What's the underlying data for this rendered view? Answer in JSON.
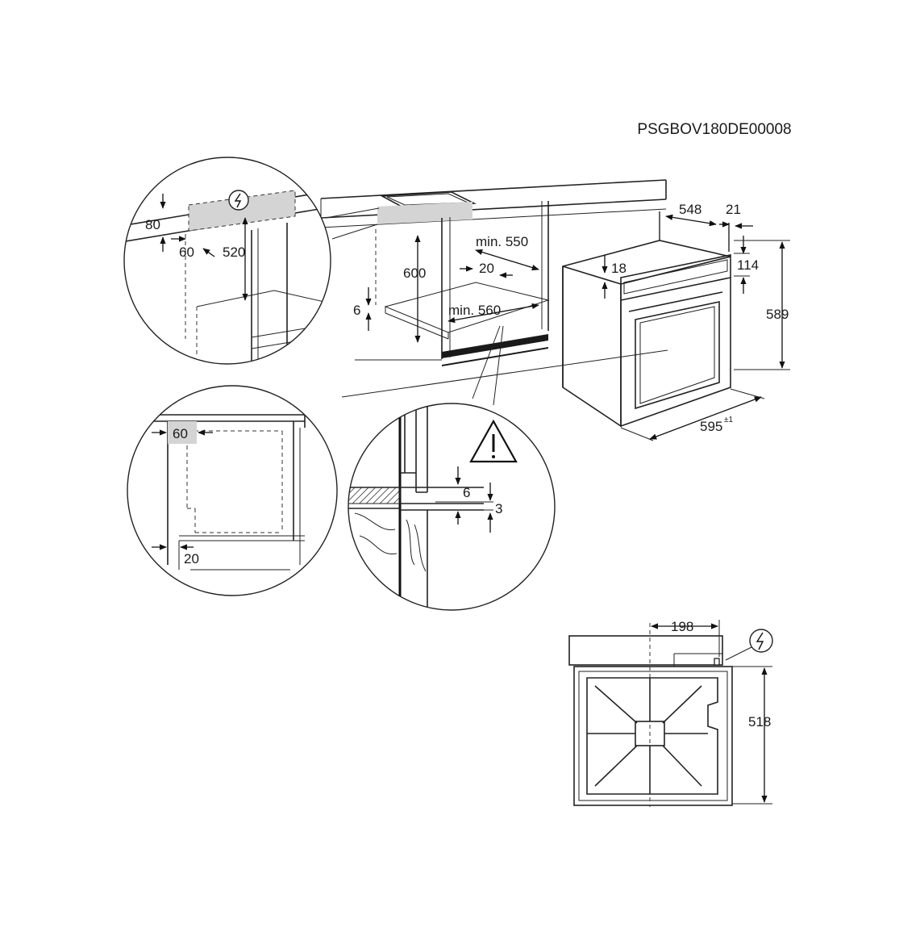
{
  "document_code": "PSGBOV180DE00008",
  "dimensions": {
    "detail_top_left": {
      "height_above": "80",
      "gap": "60",
      "height": "520"
    },
    "cabinet": {
      "height": "600",
      "depth": "min. 550",
      "gap": "20",
      "width": "min. 560",
      "bottom_gap": "6"
    },
    "oven": {
      "depth": "548",
      "front": "21",
      "panel": "18",
      "panel_height": "114",
      "height": "589",
      "width": "595",
      "width_tolerance": "±1"
    },
    "detail_left": {
      "gap_top": "60",
      "gap_bottom": "20"
    },
    "detail_bottom": {
      "step": "6",
      "gap": "3"
    },
    "back_view": {
      "offset": "198",
      "height": "518"
    }
  },
  "icons": [
    "electrical-connection-icon",
    "warning-triangle-icon"
  ],
  "colors": {
    "line": "#222222",
    "shaded_area": "#d4d4d4"
  }
}
